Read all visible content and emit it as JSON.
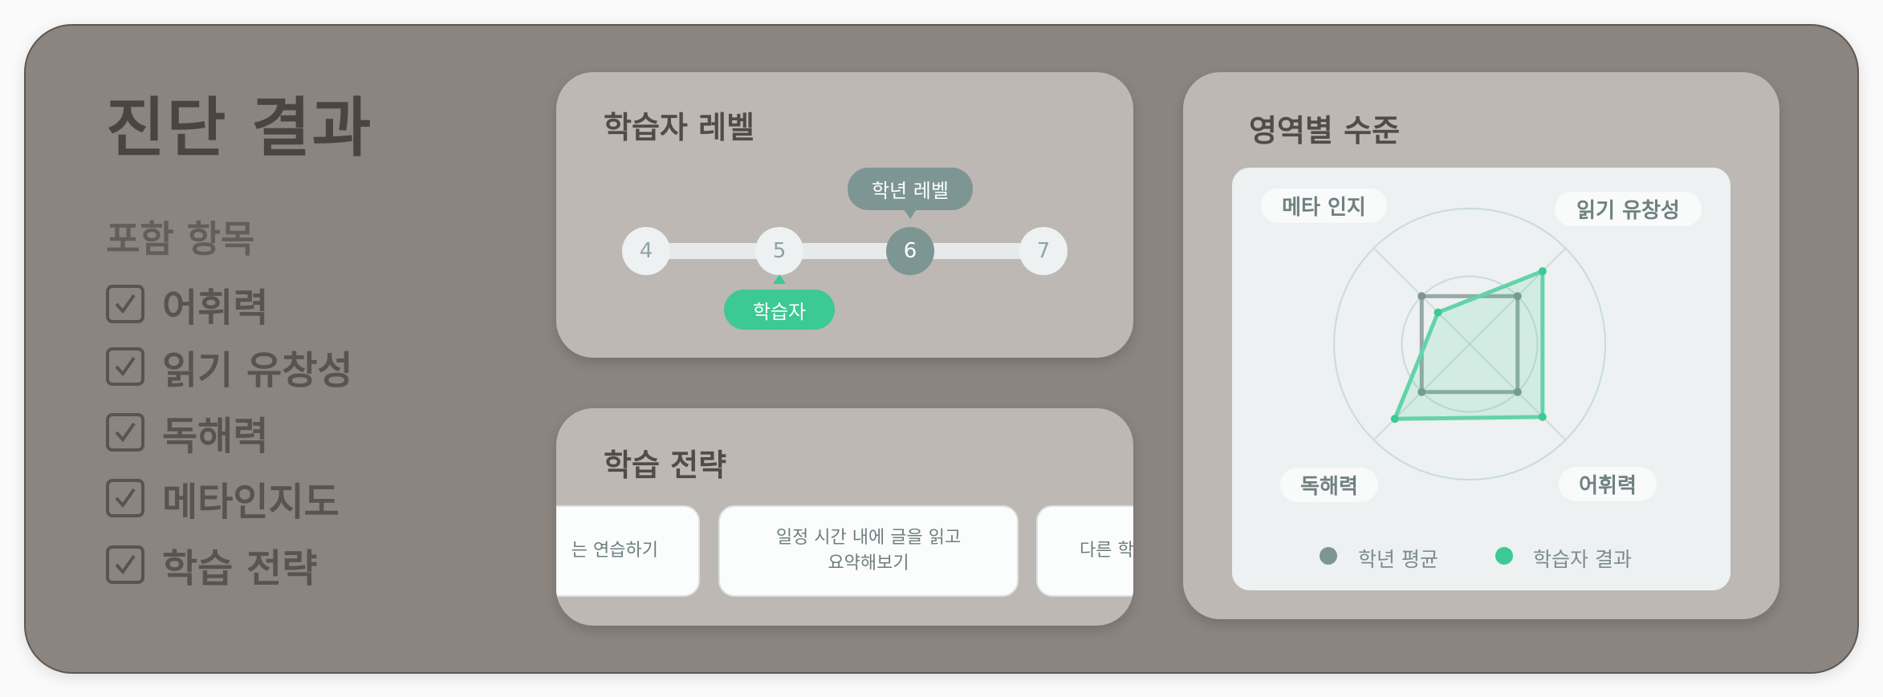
{
  "page": {
    "title": "진단 결과",
    "included_heading": "포함 항목",
    "included_items": [
      "어휘력",
      "읽기 유창성",
      "독해력",
      "메타인지도",
      "학습 전략"
    ]
  },
  "level": {
    "title": "학습자 레벨",
    "levels": [
      "4",
      "5",
      "6",
      "7"
    ],
    "grade_level": "6",
    "learner_level": "5",
    "grade_label": "학년 레벨",
    "learner_label": "학습자"
  },
  "strategy": {
    "title": "학습 전략",
    "cards": [
      "는 연습하기",
      "일정 시간 내에 글을 읽고\n요약해보기",
      "다른 학"
    ]
  },
  "radar": {
    "title": "영역별 수준",
    "axes": [
      "메타 인지",
      "읽기 유창성",
      "어휘력",
      "독해력"
    ],
    "max": 100,
    "rings": [
      50,
      100
    ],
    "series": [
      {
        "name": "학년 평균",
        "color": "#7d9593",
        "values": [
          50,
          50,
          50,
          50
        ]
      },
      {
        "name": "학습자 결과",
        "color": "#3cc994",
        "values": [
          33,
          76,
          76,
          78
        ]
      }
    ]
  },
  "colors": {
    "accent": "#3cc994",
    "grade": "#7d9593"
  }
}
